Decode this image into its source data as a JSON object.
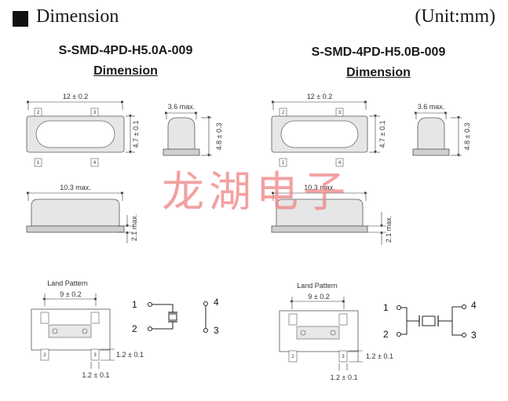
{
  "header": {
    "title": "Dimension",
    "unit": "(Unit:mm)"
  },
  "left": {
    "part": "S-SMD-4PD-H5.0A-009",
    "heading": "Dimension",
    "top_width": "12 ± 0.2",
    "top_height": "4.7 ± 0.1",
    "side_width": "3.6 max.",
    "side_height": "4.8 ± 0.3",
    "front_width": "10.3 max.",
    "front_height": "2.1 max.",
    "land_title": "Land Pattern",
    "land_width": "9 ± 0.2",
    "pad_h": "1.2 ± 0.1",
    "pad_w": "1.2 ± 0.1",
    "pins": [
      "1",
      "2",
      "3",
      "4"
    ]
  },
  "right": {
    "part": "S-SMD-4PD-H5.0B-009",
    "heading": "Dimension",
    "top_width": "12 ± 0.2",
    "top_height": "4.7 ± 0.1",
    "side_width": "3.6 max.",
    "side_height": "4.8 ± 0.3",
    "front_width": "10.3 max.",
    "front_height": "2.1 max.",
    "land_title": "Land Pattern",
    "land_width": "9 ± 0.2",
    "pad_h": "1.2 ± 0.1",
    "pad_w": "1.2 ± 0.1",
    "pins": [
      "1",
      "2",
      "3",
      "4"
    ]
  },
  "watermark": "龙湖电子"
}
